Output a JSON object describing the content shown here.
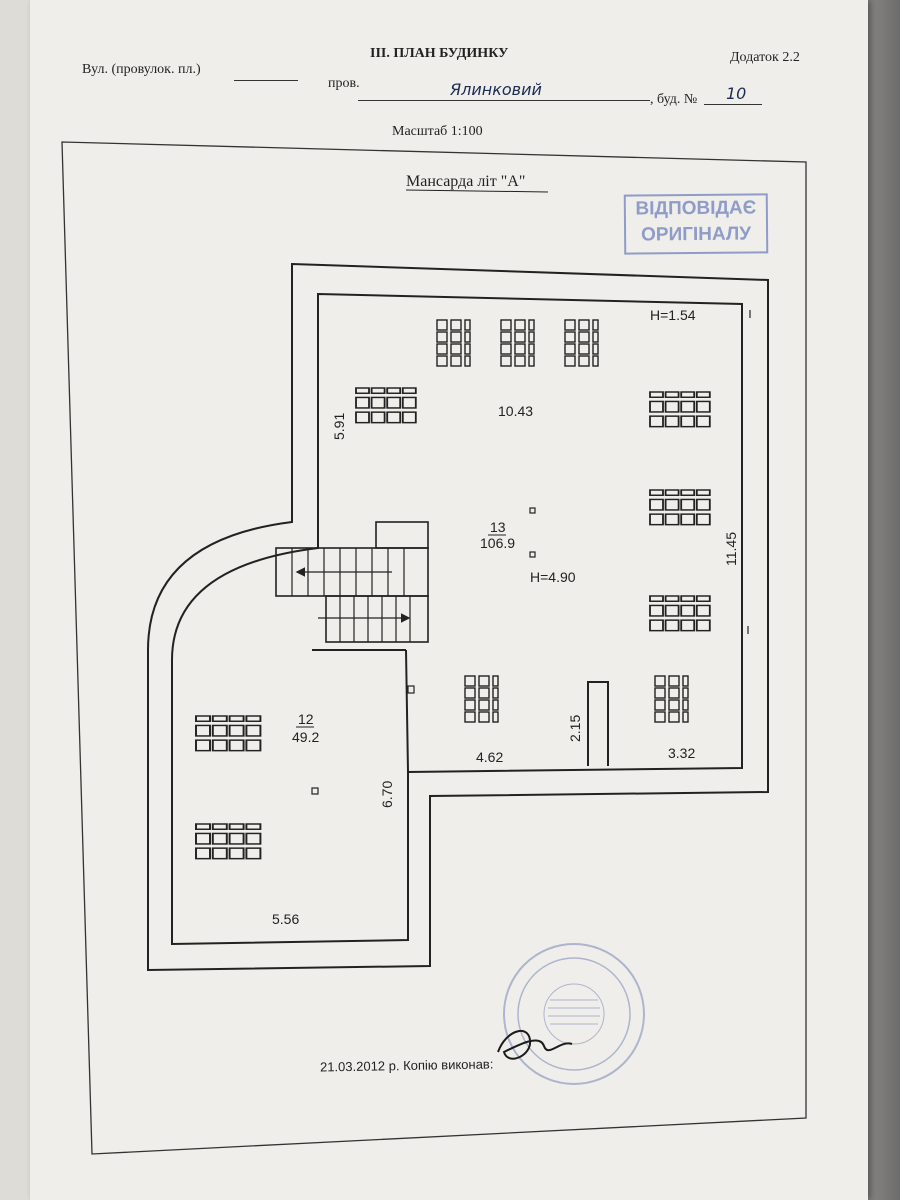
{
  "header": {
    "street_label": "Вул. (провулок. пл.)",
    "title": "ІІІ. ПЛАН БУДИНКУ",
    "appendix": "Додаток 2.2",
    "lane_prefix": "пров.",
    "lane_name": "Ялинковий",
    "building_label": ", буд. №",
    "building_number": "10",
    "scale": "Масштаб 1:100"
  },
  "plan": {
    "title": "Мансарда  літ \"А\"",
    "rooms": [
      {
        "number": "13",
        "area": "106.9",
        "height": "H=4.90"
      },
      {
        "number": "12",
        "area": "49.2"
      }
    ],
    "height_note": "H=1.54",
    "dimensions": [
      "10.43",
      "5.91",
      "11.45",
      "6.70",
      "5.56",
      "4.62",
      "2.15",
      "3.32"
    ]
  },
  "stamp": {
    "line1": "ВІДПОВІДАЄ",
    "line2": "ОРИГІНАЛУ"
  },
  "footer": {
    "text": "21.03.2012 р. Копію виконав:"
  }
}
